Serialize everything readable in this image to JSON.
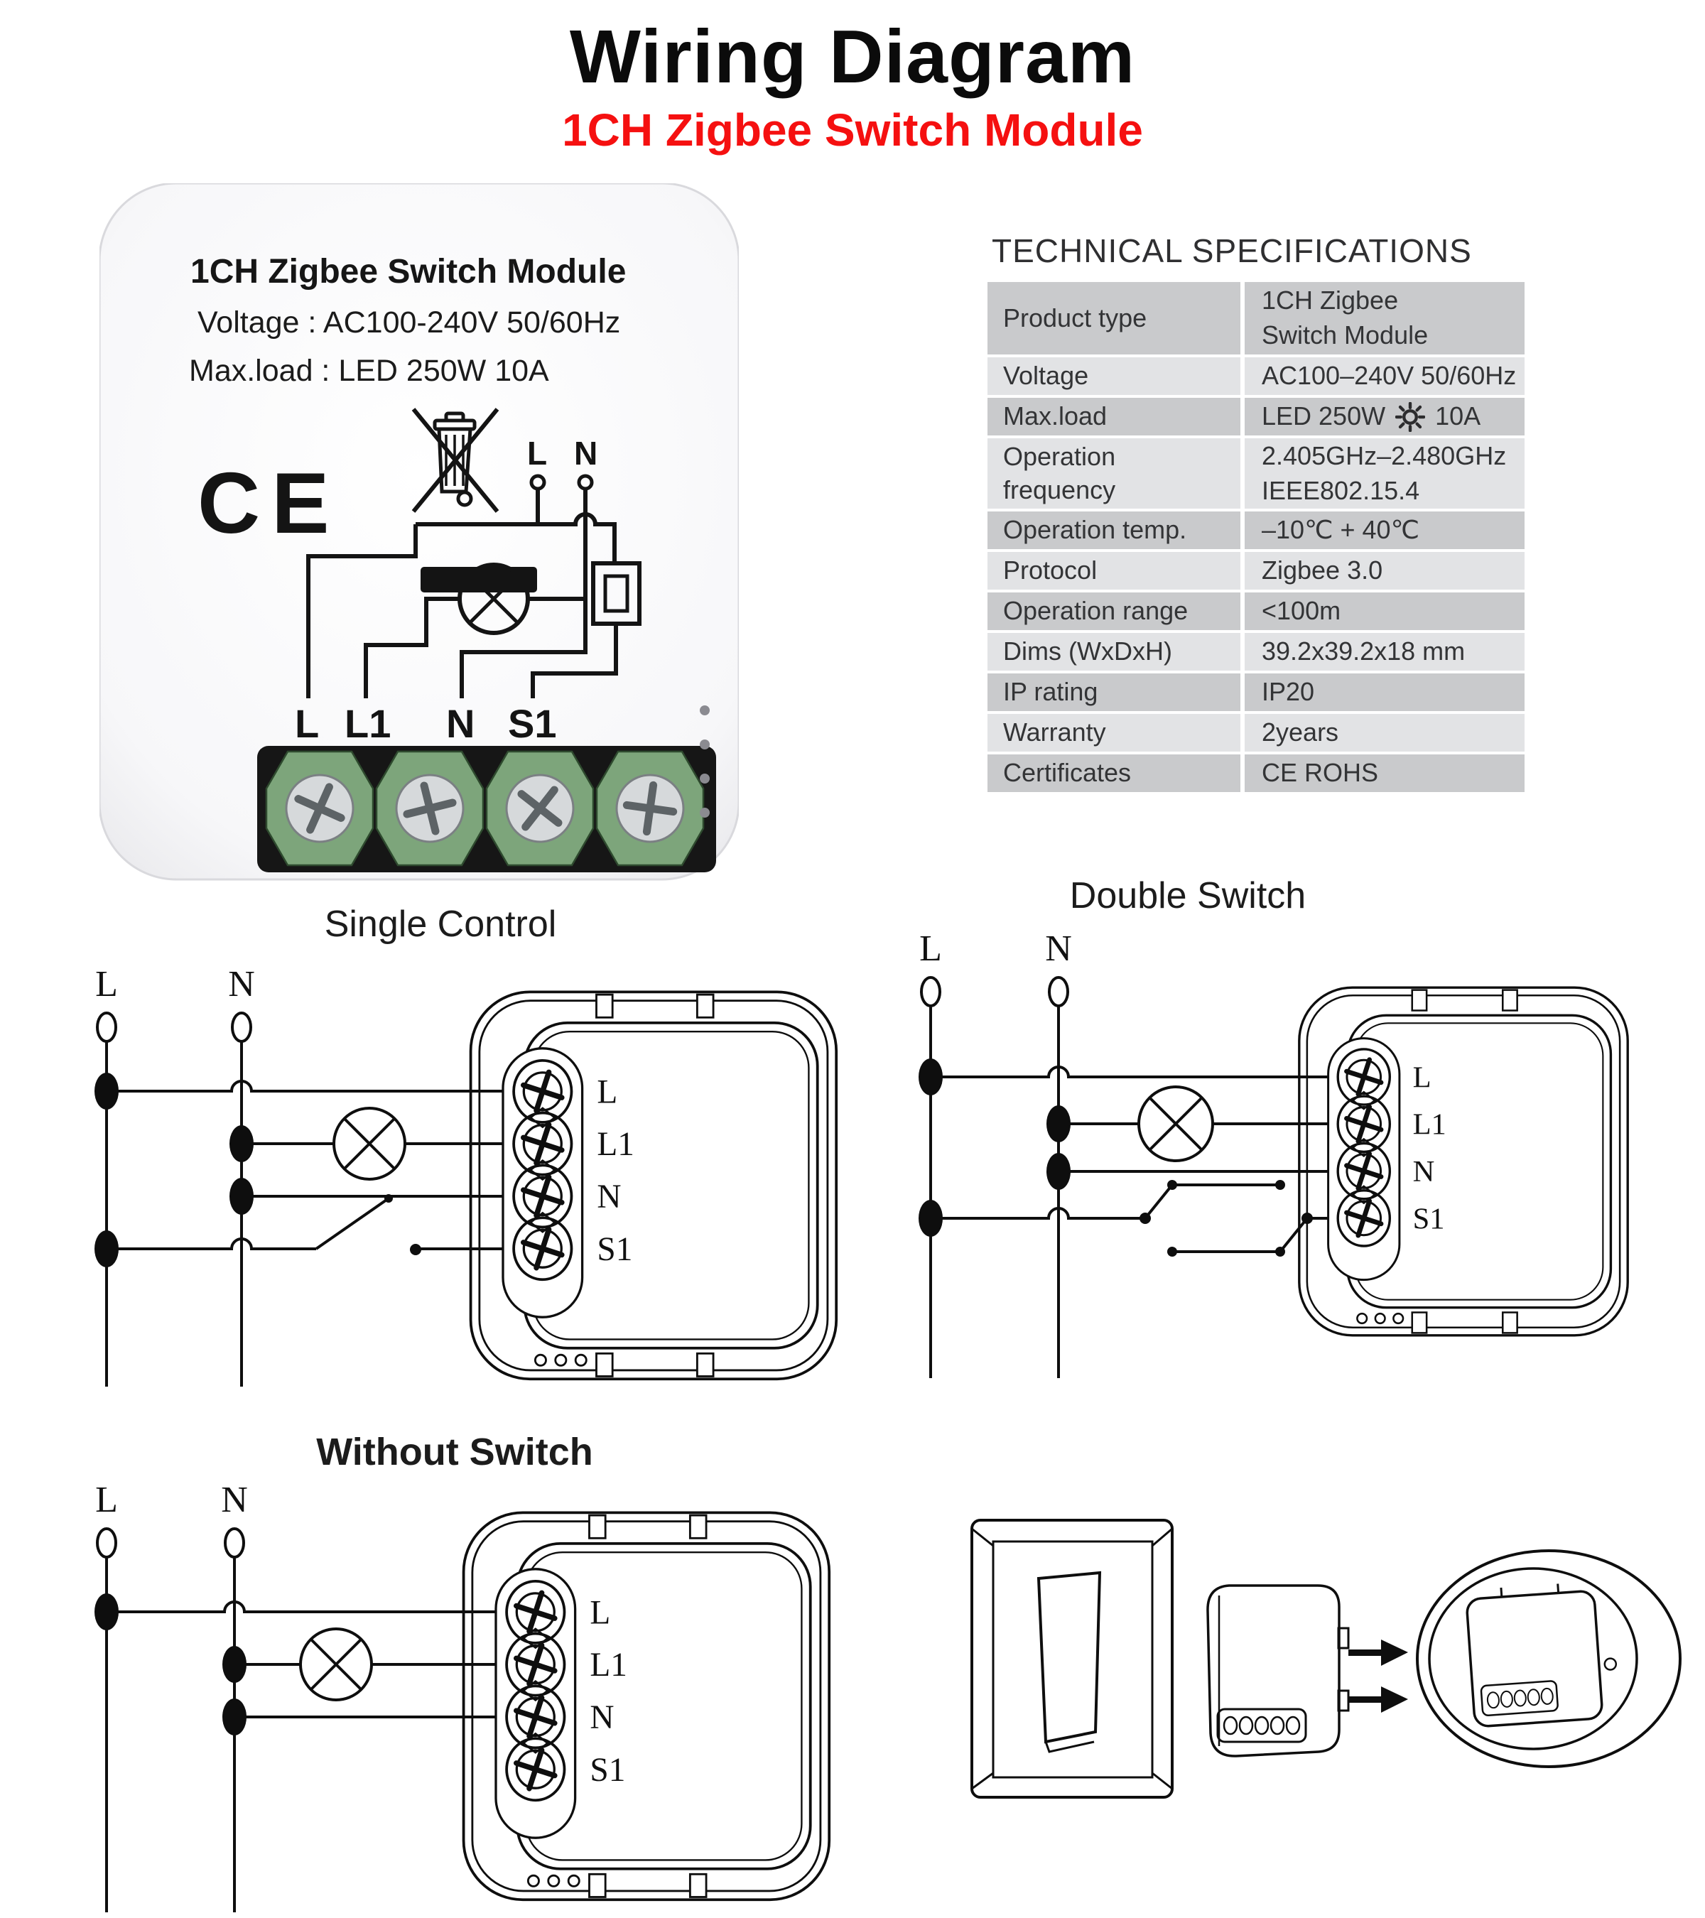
{
  "page": {
    "title": "Wiring Diagram",
    "subtitle": "1CH Zigbee Switch Module"
  },
  "colors": {
    "accent_red": "#f51010",
    "line_art": "#0e0e0e",
    "table_row_dark": "#c9cacc",
    "table_row_light": "#e2e3e5",
    "terminal_green": "#7da57b"
  },
  "product": {
    "name_line": "1CH Zigbee Switch Module",
    "voltage_line": "Voltage : AC100-240V 50/60Hz",
    "maxload_line": "Max.load : LED 250W  10A",
    "ce_mark": "CE",
    "mini_diagram": {
      "top_terminals": [
        "L",
        "N"
      ],
      "bottom_terminals": [
        "L",
        "L1",
        "N",
        "S1"
      ]
    }
  },
  "specs": {
    "heading": "TECHNICAL SPECIFICATIONS",
    "rows": [
      {
        "label": "Product type",
        "value": "1CH Zigbee\nSwitch Module"
      },
      {
        "label": "Voltage",
        "value": "AC100–240V 50/60Hz"
      },
      {
        "label": "Max.load",
        "value_a": "LED 250W",
        "value_b": "10A",
        "icon": "brightness-icon"
      },
      {
        "label": "Operation\nfrequency",
        "value": "2.405GHz–2.480GHz\nIEEE802.15.4"
      },
      {
        "label": "Operation temp.",
        "value": "–10℃ + 40℃"
      },
      {
        "label": "Protocol",
        "value": "Zigbee  3.0"
      },
      {
        "label": "Operation range",
        "value": "<100m"
      },
      {
        "label": "Dims (WxDxH)",
        "value": "39.2x39.2x18 mm"
      },
      {
        "label": "IP rating",
        "value": "IP20"
      },
      {
        "label": "Warranty",
        "value": "2years"
      },
      {
        "label": "Certificates",
        "value": "CE ROHS"
      }
    ]
  },
  "diagrams": {
    "mains": [
      "L",
      "N"
    ],
    "module_terminals": [
      "L",
      "L1",
      "N",
      "S1"
    ],
    "single": {
      "title": "Single Control"
    },
    "double": {
      "title": "Double Switch"
    },
    "without": {
      "title": "Without Switch"
    }
  }
}
